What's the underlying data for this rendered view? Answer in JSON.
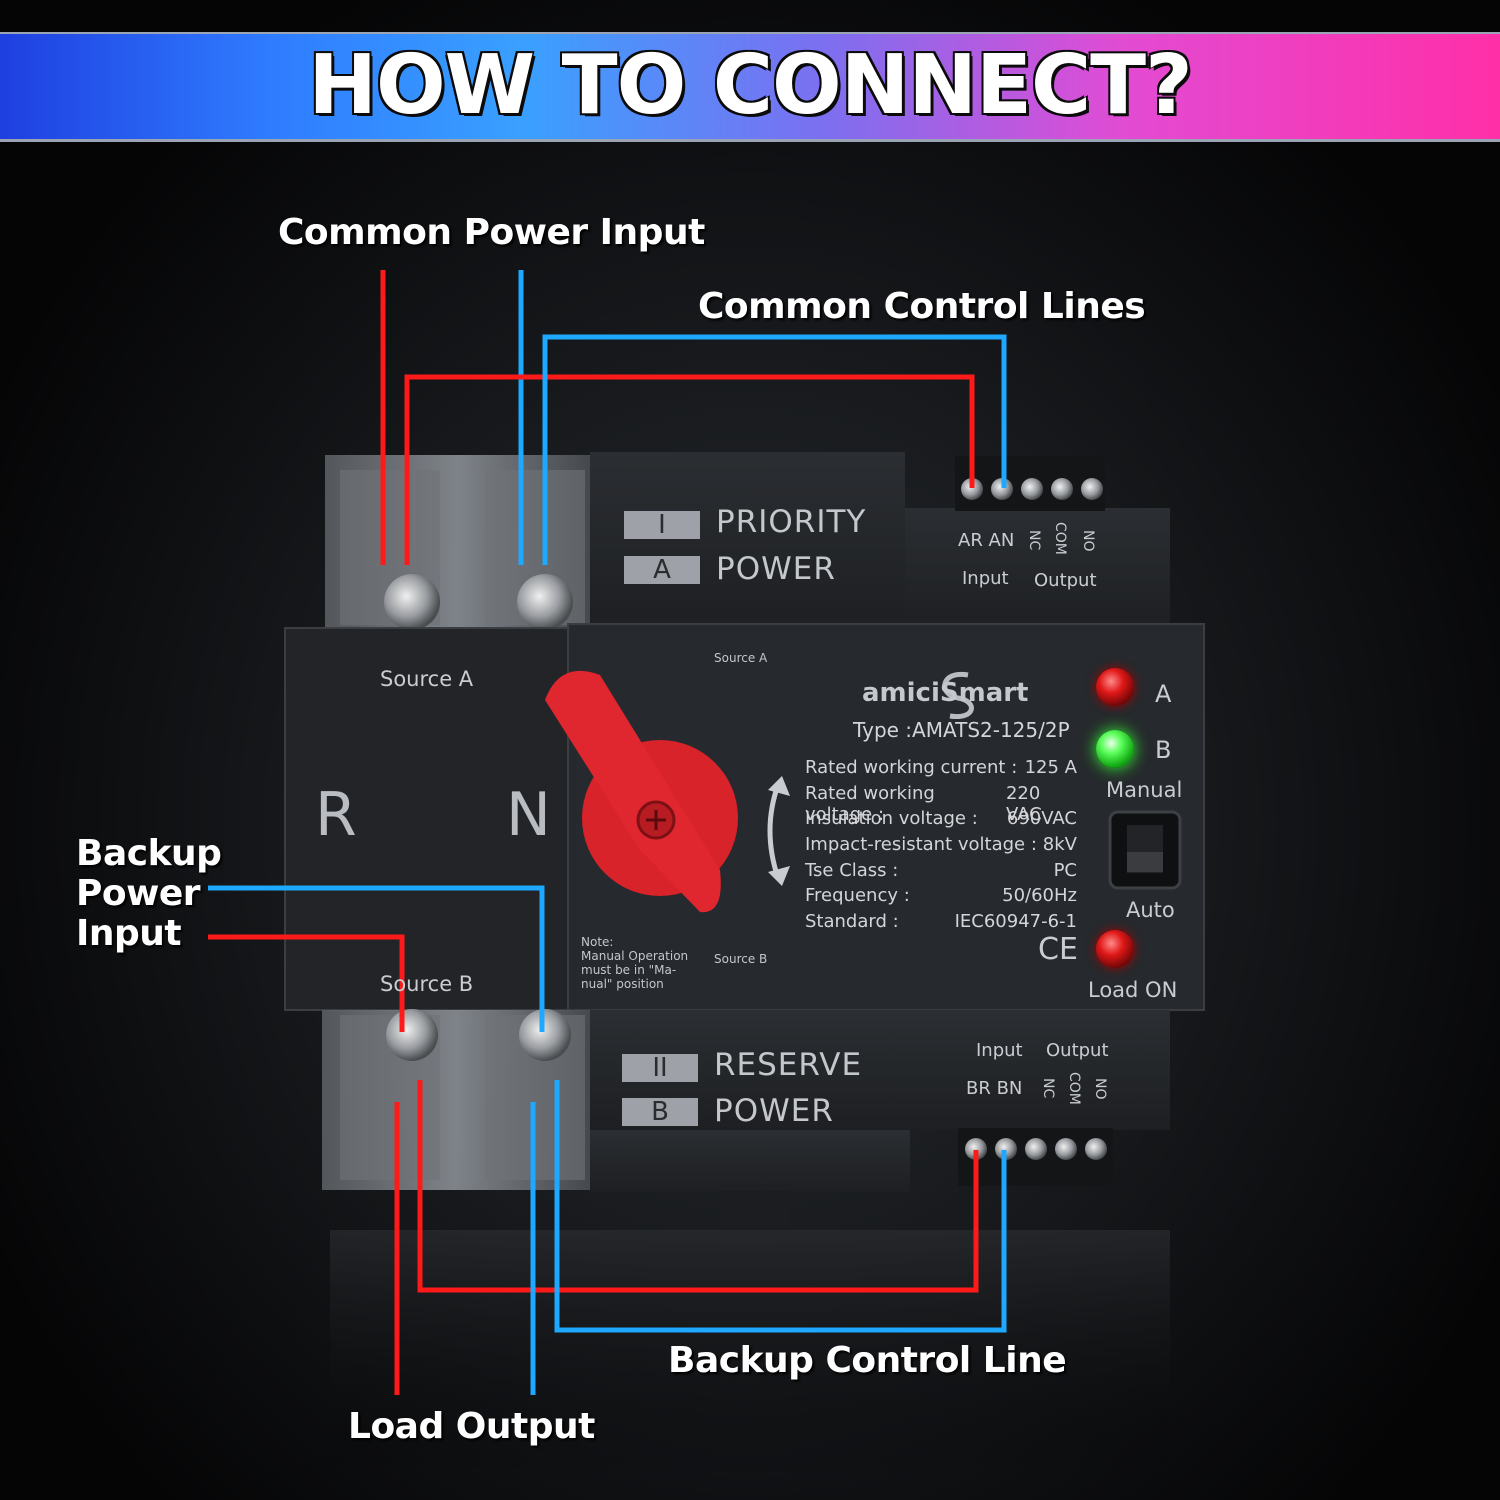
{
  "title": "HOW TO CONNECT?",
  "callouts": {
    "common_power_input": "Common Power Input",
    "common_control_lines": "Common Control Lines",
    "backup_power_input": [
      "Backup",
      "Power",
      "Input"
    ],
    "backup_control_line": "Backup Control Line",
    "load_output": "Load Output"
  },
  "device": {
    "brand": "amiciSmart",
    "type": "Type :AMATS2-125/2P",
    "top_module": {
      "tag1": "I",
      "tag2": "A",
      "line1": "PRIORITY",
      "line2": "POWER"
    },
    "bottom_module": {
      "tag1": "II",
      "tag2": "B",
      "line1": "RESERVE",
      "line2": "POWER"
    },
    "top_terminals": {
      "ar_an": "AR AN",
      "nc": "NC",
      "com": "COM",
      "no": "NO",
      "input": "Input",
      "output": "Output"
    },
    "bottom_terminals": {
      "br_bn": "BR BN",
      "nc": "NC",
      "com": "COM",
      "no": "NO",
      "input": "Input",
      "output": "Output"
    },
    "source_a": "Source A",
    "source_b": "Source B",
    "r": "R",
    "n": "N",
    "switch_source_a": "Source A",
    "switch_source_b": "Source B",
    "note": [
      "Note:",
      "Manual Operation",
      "must be in \"Ma-",
      "nual\" position"
    ],
    "specs": [
      {
        "label": "Rated working current :",
        "value": "125 A"
      },
      {
        "label": "Rated working voltage :",
        "value": "220 VAC"
      },
      {
        "label": "Insulation voltage :",
        "value": "690VAC"
      },
      {
        "label": "Impact-resistant voltage :",
        "value": "8kV"
      },
      {
        "label": "Tse Class :",
        "value": "PC"
      },
      {
        "label": "Frequency :",
        "value": "50/60Hz"
      },
      {
        "label": "Standard :",
        "value": "IEC60947-6-1"
      }
    ],
    "ce": "CE",
    "indicators": {
      "a": "A",
      "b": "B",
      "manual": "Manual",
      "auto": "Auto",
      "load_on": "Load ON"
    }
  },
  "colors": {
    "live_wire": "#ff1a1a",
    "neutral_wire": "#1fa8ff"
  }
}
